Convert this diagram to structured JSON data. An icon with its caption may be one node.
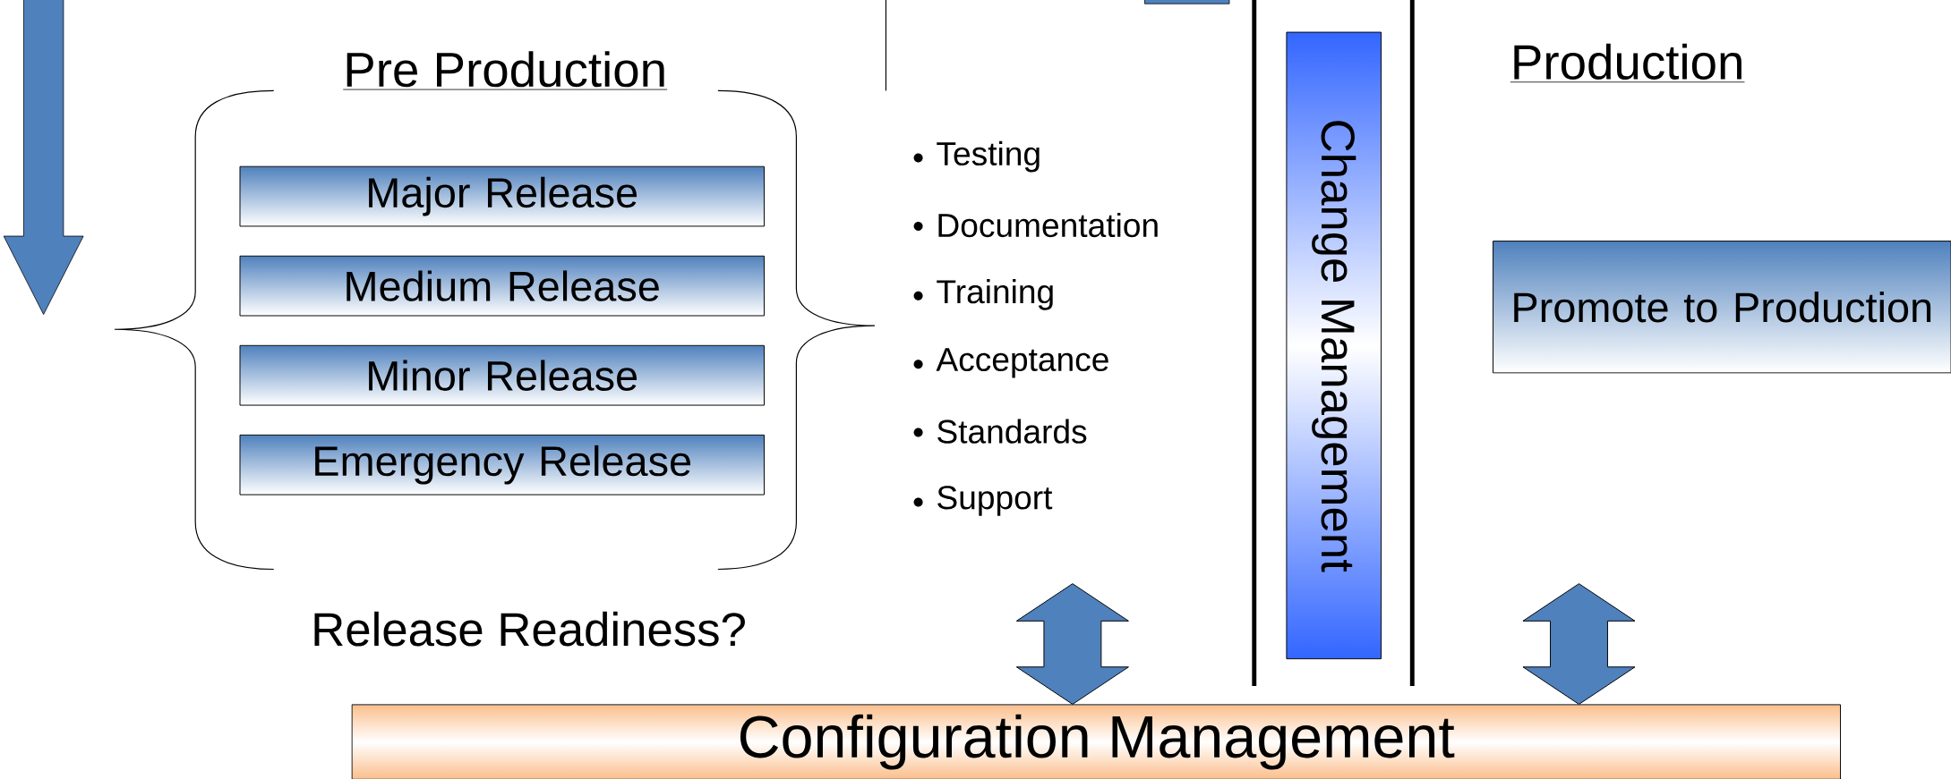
{
  "diagram": {
    "nodes": [
      {
        "text": [
          "Major Release"
        ]
      },
      {
        "text": [
          "Medium Release"
        ]
      },
      {
        "text": [
          "Minor Release"
        ]
      },
      {
        "text": [
          "Emergency Release"
        ]
      },
      {
        "text": [
          "Change Management"
        ]
      },
      {
        "text": [
          "Promote to Production"
        ]
      },
      {
        "text": [
          "Configuration Management"
        ]
      }
    ],
    "edges": [
      {
        "from": null,
        "to": 6,
        "arrow": "both"
      },
      {
        "from": null,
        "to": 6,
        "arrow": "both"
      }
    ],
    "labels": [
      "Pre Production",
      "Production",
      "Testing",
      "Documentation",
      "Training",
      "Acceptance",
      "Standards",
      "Support",
      "Release Readiness?"
    ]
  }
}
